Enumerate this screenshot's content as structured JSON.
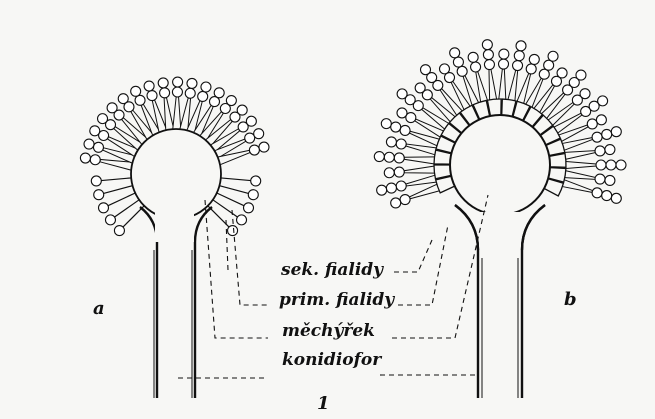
{
  "figure_number": "1",
  "panels": {
    "a": {
      "letter": "a"
    },
    "b": {
      "letter": "b"
    }
  },
  "labels": {
    "sec_phialides": "sek. fialidy",
    "prim_phialides": "prim. fialidy",
    "vesicle": "měchýřek",
    "conidiophore": "konidiofor"
  },
  "colors": {
    "ink": "#111111",
    "paper": "#f7f7f5"
  }
}
